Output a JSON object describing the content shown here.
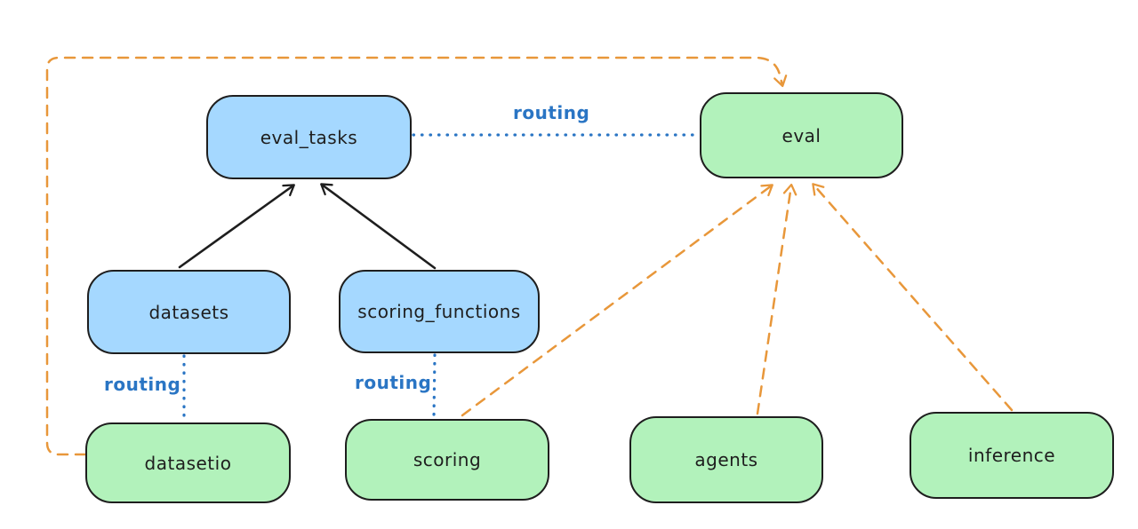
{
  "diagram": {
    "title": "",
    "palette": {
      "background": "#ffffff",
      "node_stroke": "#1e1e1e",
      "resource_fill_blue": "#a5d8ff",
      "provider_fill_green": "#b2f2bb",
      "routing_blue": "#2a75c4",
      "dashed_orange": "#e8973a",
      "solid_black": "#1e1e1e"
    },
    "nodes": [
      {
        "id": "eval_tasks",
        "label": "eval_tasks",
        "fill": "#a5d8ff"
      },
      {
        "id": "eval",
        "label": "eval",
        "fill": "#b2f2bb"
      },
      {
        "id": "datasets",
        "label": "datasets",
        "fill": "#a5d8ff"
      },
      {
        "id": "scoring_functions",
        "label": "scoring_functions",
        "fill": "#a5d8ff"
      },
      {
        "id": "datasetio",
        "label": "datasetio",
        "fill": "#b2f2bb"
      },
      {
        "id": "scoring",
        "label": "scoring",
        "fill": "#b2f2bb"
      },
      {
        "id": "agents",
        "label": "agents",
        "fill": "#b2f2bb"
      },
      {
        "id": "inference",
        "label": "inference",
        "fill": "#b2f2bb"
      }
    ],
    "edges": [
      {
        "from": "datasets",
        "to": "eval_tasks",
        "style": "solid",
        "color": "#1e1e1e",
        "arrow": true,
        "label": ""
      },
      {
        "from": "scoring_functions",
        "to": "eval_tasks",
        "style": "solid",
        "color": "#1e1e1e",
        "arrow": true,
        "label": ""
      },
      {
        "from": "eval_tasks",
        "to": "eval",
        "style": "dotted",
        "color": "#2a75c4",
        "arrow": false,
        "label": "routing"
      },
      {
        "from": "datasets",
        "to": "datasetio",
        "style": "dotted",
        "color": "#2a75c4",
        "arrow": false,
        "label": "routing"
      },
      {
        "from": "scoring_functions",
        "to": "scoring",
        "style": "dotted",
        "color": "#2a75c4",
        "arrow": false,
        "label": "routing"
      },
      {
        "from": "datasetio",
        "to": "eval",
        "style": "dashed",
        "color": "#e8973a",
        "arrow": true,
        "label": ""
      },
      {
        "from": "scoring",
        "to": "eval",
        "style": "dashed",
        "color": "#e8973a",
        "arrow": true,
        "label": ""
      },
      {
        "from": "agents",
        "to": "eval",
        "style": "dashed",
        "color": "#e8973a",
        "arrow": true,
        "label": ""
      },
      {
        "from": "inference",
        "to": "eval",
        "style": "dashed",
        "color": "#e8973a",
        "arrow": true,
        "label": ""
      }
    ]
  }
}
